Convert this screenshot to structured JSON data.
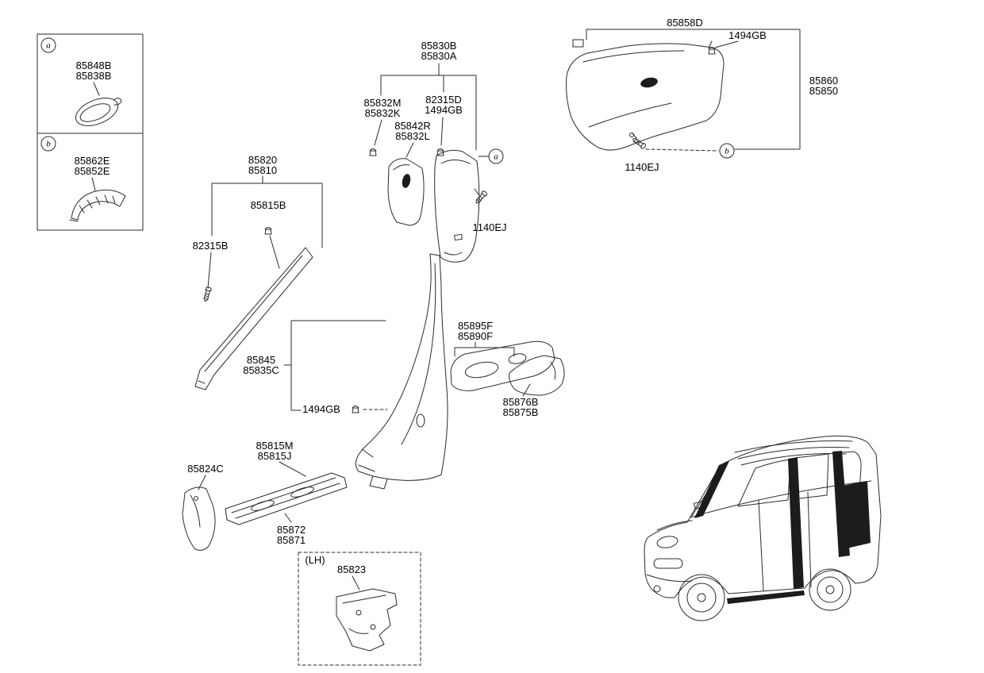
{
  "page": {
    "background": "#ffffff",
    "line_color": "#2b2b2b",
    "text_color": "#000000"
  },
  "markers": {
    "a": "a",
    "b": "b"
  },
  "insets": {
    "a": {
      "line1": "85848B",
      "line2": "85838B"
    },
    "b": {
      "line1": "85862E",
      "line2": "85852E"
    }
  },
  "callouts": {
    "apillar_trim": {
      "line1": "85820",
      "line2": "85810"
    },
    "apillar_clip": {
      "line1": "85815B"
    },
    "apillar_screw": {
      "line1": "82315B"
    },
    "bpillar_upper_trim": {
      "line1": "85830B",
      "line2": "85830A"
    },
    "bpillar_upper_clip_left": {
      "line1": "85832M",
      "line2": "85832K"
    },
    "bpillar_upper_clip_right": {
      "line1": "82315D",
      "line2": "1494GB"
    },
    "bpillar_inner_trim": {
      "line1": "85842R",
      "line2": "85832L"
    },
    "bpillar_screw": {
      "line1": "1140EJ"
    },
    "bpillar_lower_trim": {
      "line1": "85845",
      "line2": "85835C"
    },
    "bpillar_lower_clip": {
      "line1": "1494GB"
    },
    "rear_scuff_trim": {
      "line1": "85895F",
      "line2": "85890F"
    },
    "rear_scuff_lower": {
      "line1": "85876B",
      "line2": "85875B"
    },
    "front_scuff_clip": {
      "line1": "85815M",
      "line2": "85815J"
    },
    "cowl_side_trim": {
      "line1": "85824C"
    },
    "front_scuff_trim": {
      "line1": "85872",
      "line2": "85871"
    },
    "lh_tag": {
      "line1": "(LH)"
    },
    "cowl_trim_lh": {
      "line1": "85823"
    },
    "quarter_clip_top": {
      "line1": "85858D"
    },
    "quarter_clip_1494": {
      "line1": "1494GB"
    },
    "quarter_trim": {
      "line1": "85860",
      "line2": "85850"
    },
    "quarter_screw": {
      "line1": "1140EJ"
    }
  }
}
